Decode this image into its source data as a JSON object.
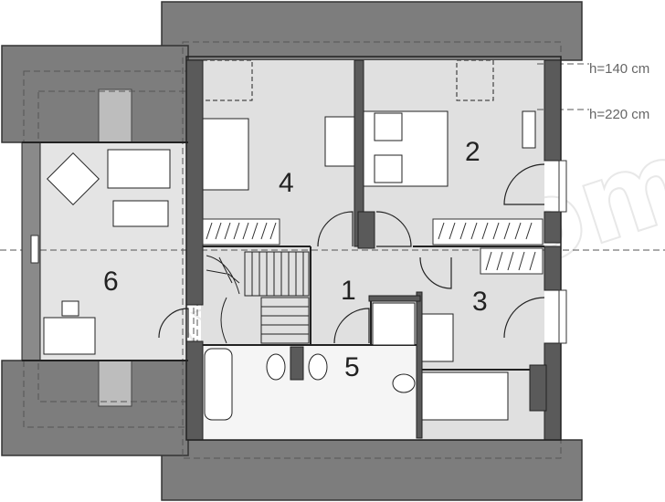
{
  "plan": {
    "height_labels": [
      "h=140 cm",
      "h=220 cm"
    ],
    "rooms": [
      {
        "id": "room-1",
        "number": "1"
      },
      {
        "id": "room-2",
        "number": "2"
      },
      {
        "id": "room-3",
        "number": "3"
      },
      {
        "id": "room-4",
        "number": "4"
      },
      {
        "id": "room-5",
        "number": "5"
      },
      {
        "id": "room-6",
        "number": "6"
      }
    ],
    "watermark": "extradom"
  }
}
